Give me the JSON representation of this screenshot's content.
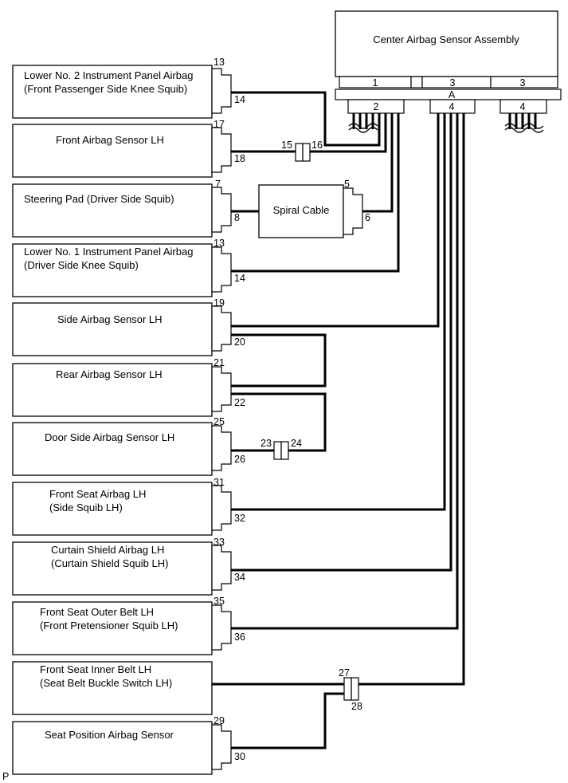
{
  "center": {
    "title": "Center Airbag Sensor Assembly",
    "conn_top": [
      "1",
      "3",
      "3"
    ],
    "conn_letter": "A",
    "conn_bottom": [
      "2",
      "4",
      "4"
    ]
  },
  "components": [
    {
      "lines": [
        "Lower No. 2 Instrument Panel Airbag",
        "(Front Passenger Side Knee Squib)"
      ],
      "pin_top": "13",
      "pin_bottom": "14"
    },
    {
      "lines": [
        "Front Airbag Sensor LH"
      ],
      "pin_top": "17",
      "pin_bottom": "18"
    },
    {
      "lines": [
        "Steering Pad (Driver Side Squib)"
      ],
      "pin_top": "7",
      "pin_bottom": "8"
    },
    {
      "lines": [
        "Lower No. 1 Instrument Panel Airbag",
        "(Driver Side Knee Squib)"
      ],
      "pin_top": "13",
      "pin_bottom": "14"
    },
    {
      "lines": [
        "Side Airbag Sensor LH"
      ],
      "pin_top": "19",
      "pin_bottom": "20"
    },
    {
      "lines": [
        "Rear Airbag Sensor LH"
      ],
      "pin_top": "21",
      "pin_bottom": "22"
    },
    {
      "lines": [
        "Door Side Airbag Sensor LH"
      ],
      "pin_top": "25",
      "pin_bottom": "26"
    },
    {
      "lines": [
        "Front Seat Airbag LH",
        "(Side Squib LH)"
      ],
      "pin_top": "31",
      "pin_bottom": "32"
    },
    {
      "lines": [
        "Curtain Shield Airbag LH",
        "(Curtain Shield Squib LH)"
      ],
      "pin_top": "33",
      "pin_bottom": "34"
    },
    {
      "lines": [
        "Front Seat Outer Belt LH",
        "(Front Pretensioner Squib LH)"
      ],
      "pin_top": "35",
      "pin_bottom": "36"
    },
    {
      "lines": [
        "Front Seat Inner Belt LH",
        "(Seat Belt Buckle Switch LH)"
      ],
      "pin_top": "",
      "pin_bottom": ""
    },
    {
      "lines": [
        "Seat Position Airbag Sensor"
      ],
      "pin_top": "29",
      "pin_bottom": "30"
    }
  ],
  "spiral": {
    "label": "Spiral Cable",
    "pin_top": "5",
    "pin_bottom": "6"
  },
  "junctions": {
    "j1": [
      "15",
      "16"
    ],
    "j2": [
      "23",
      "24"
    ],
    "j3": [
      "27",
      "28"
    ]
  },
  "corner_mark": "P"
}
